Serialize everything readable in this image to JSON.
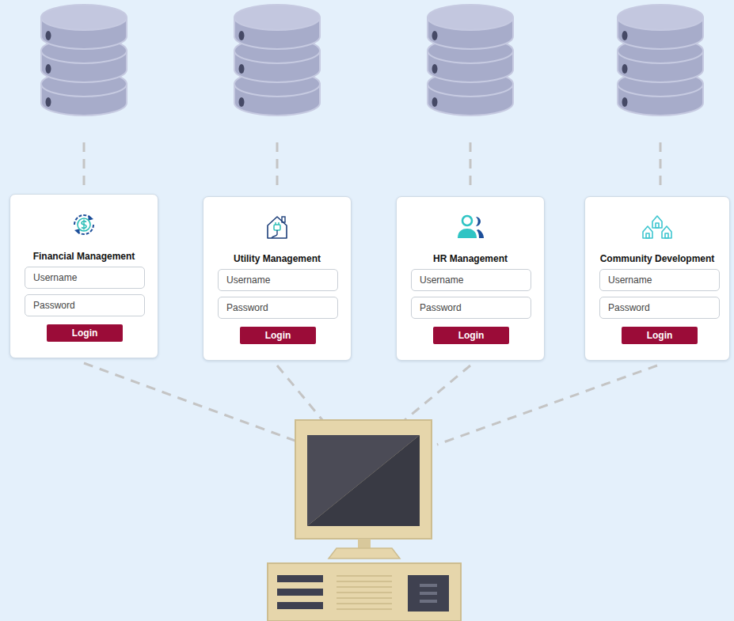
{
  "diagram": {
    "nodes": [
      {
        "text": [
          "Financial Management"
        ]
      },
      {
        "text": [
          "Username"
        ],
        "in": 0
      },
      {
        "text": [
          "Password"
        ],
        "in": 0
      },
      {
        "text": [
          "Login"
        ],
        "in": 0
      },
      {
        "text": [
          "Utility Management"
        ]
      },
      {
        "text": [
          "Username"
        ],
        "in": 4
      },
      {
        "text": [
          "Password"
        ],
        "in": 4
      },
      {
        "text": [
          "Login"
        ],
        "in": 4
      },
      {
        "text": [
          "HR Management"
        ]
      },
      {
        "text": [
          "Username"
        ],
        "in": 8
      },
      {
        "text": [
          "Password"
        ],
        "in": 8
      },
      {
        "text": [
          "Login"
        ],
        "in": 8
      },
      {
        "text": [
          "Community Development"
        ]
      },
      {
        "text": [
          "Username"
        ],
        "in": 12
      },
      {
        "text": [
          "Password"
        ],
        "in": 12
      },
      {
        "text": [
          "Login"
        ],
        "in": 12
      }
    ]
  }
}
